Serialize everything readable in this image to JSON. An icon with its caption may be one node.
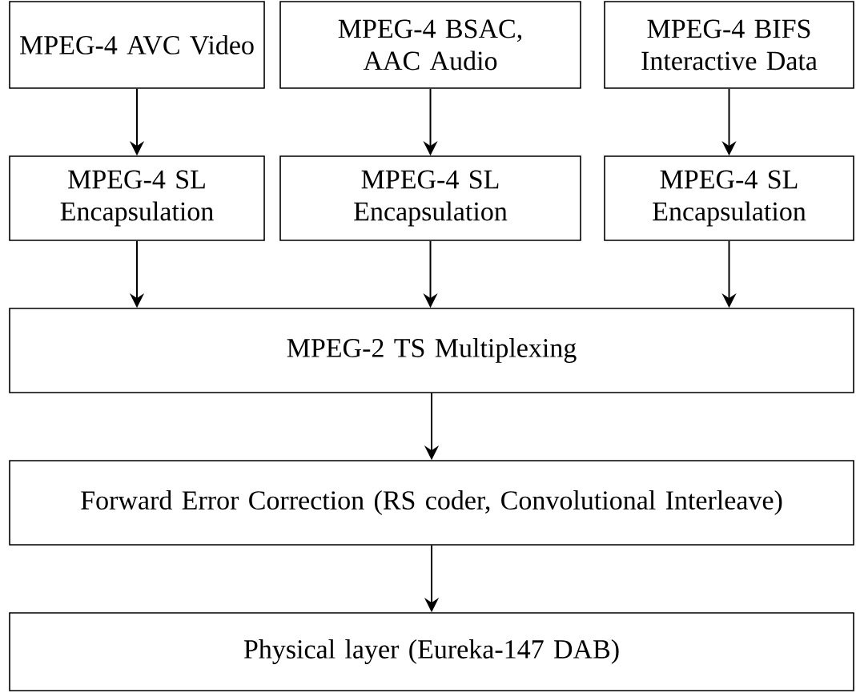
{
  "diagram": {
    "nodes": [
      {
        "text": [
          "MPEG-4 AVC Video"
        ]
      },
      {
        "text": [
          "MPEG-4 BSAC, AAC Audio"
        ]
      },
      {
        "text": [
          "MPEG-4 BIFS Interactive Data"
        ]
      },
      {
        "text": [
          "MPEG-4 SL Encapsulation"
        ]
      },
      {
        "text": [
          "MPEG-4 SL Encapsulation"
        ]
      },
      {
        "text": [
          "MPEG-4 SL Encapsulation"
        ]
      },
      {
        "text": [
          "MPEG-2 TS Multiplexing"
        ]
      },
      {
        "text": [
          "Forward Error Correction (RS coder, Convolutional Interleave)"
        ]
      },
      {
        "text": [
          "Physical layer (Eureka-147 DAB)"
        ]
      }
    ],
    "edges": [
      {
        "from": 0,
        "to": 3,
        "arrow": "to"
      },
      {
        "from": 1,
        "to": 4,
        "arrow": "to"
      },
      {
        "from": 2,
        "to": 5,
        "arrow": "to"
      },
      {
        "from": 3,
        "to": 6,
        "arrow": "to"
      },
      {
        "from": 4,
        "to": 6,
        "arrow": "to"
      },
      {
        "from": 5,
        "to": 6,
        "arrow": "to"
      },
      {
        "from": 6,
        "to": 7,
        "arrow": "to"
      },
      {
        "from": 7,
        "to": 8,
        "arrow": "to"
      }
    ]
  }
}
